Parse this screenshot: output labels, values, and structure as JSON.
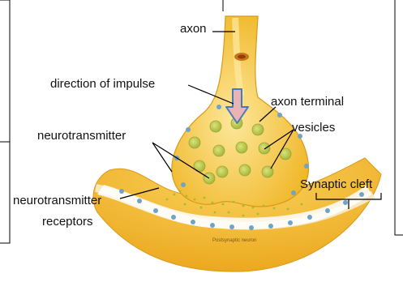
{
  "labels": {
    "axon": "axon",
    "direction_of_impulse": "direction of impulse",
    "axon_terminal": "axon terminal",
    "vesicles": "vesicles",
    "neurotransmitter": "neurotransmitter",
    "synaptic_cleft": "Synaptic cleft",
    "receptors_line1": "neurotransmitter",
    "receptors_line2": "receptors",
    "postsynaptic": "Postsynaptic neuron"
  },
  "colors": {
    "neuron_fill": "#f4c33a",
    "neuron_light": "#fbe08a",
    "vesicle_fill": "#b5c94a",
    "receptor": "#6fa3c7",
    "arrow_fill": "#e8b4b4",
    "arrow_stroke": "#4a78c0"
  }
}
